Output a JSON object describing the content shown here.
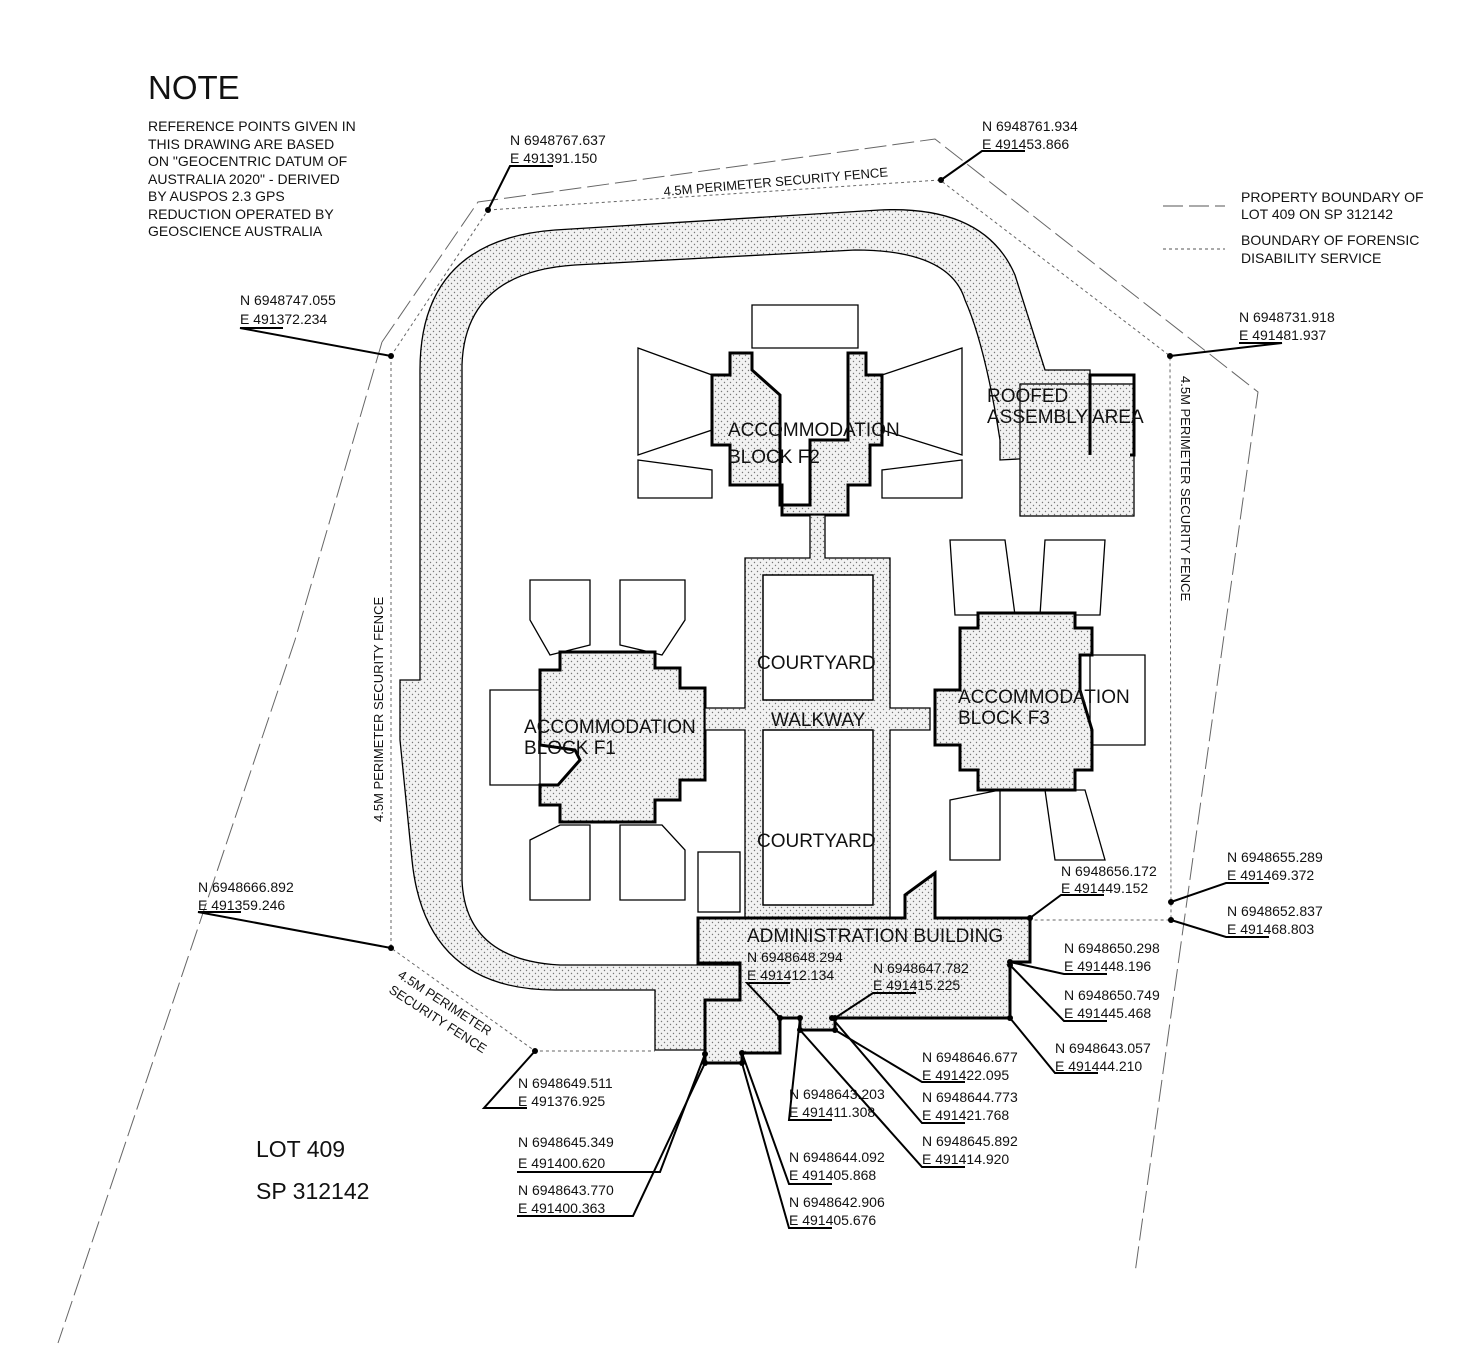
{
  "note": {
    "title": "NOTE",
    "lines": [
      "REFERENCE POINTS GIVEN IN",
      "THIS DRAWING ARE BASED",
      "ON \"GEOCENTRIC DATUM OF",
      "AUSTRALIA 2020\" - DERIVED",
      "BY AUSPOS 2.3 GPS",
      "REDUCTION OPERATED BY",
      "GEOSCIENCE AUSTRALIA"
    ]
  },
  "legend": {
    "property_boundary": [
      "PROPERTY BOUNDARY OF",
      "LOT 409 ON SP 312142"
    ],
    "service_boundary": [
      "BOUNDARY OF FORENSIC",
      "DISABILITY SERVICE"
    ]
  },
  "lot": {
    "line1": "LOT 409",
    "line2": "SP 312142"
  },
  "buildings": {
    "f2": [
      "ACCOMMODATION",
      "BLOCK F2"
    ],
    "f1": [
      "ACCOMMODATION",
      "BLOCK F1"
    ],
    "f3": [
      "ACCOMMODATION",
      "BLOCK F3"
    ],
    "roofed": [
      "ROOFED",
      "ASSEMBLY AREA"
    ],
    "courtyard_top": "COURTYARD",
    "courtyard_bottom": "COURTYARD",
    "walkway": "WALKWAY",
    "admin": "ADMINISTRATION BUILDING"
  },
  "fences": {
    "top": "4.5M PERIMETER SECURITY FENCE",
    "left": "4.5M PERIMETER SECURITY FENCE",
    "right": "4.5M PERIMETER SECURITY FENCE",
    "bottom_left": [
      "4.5M PERIMETER",
      "SECURITY FENCE"
    ]
  },
  "coords": [
    {
      "n": "N 6948767.637",
      "e": "E 491391.150"
    },
    {
      "n": "N 6948761.934",
      "e": "E 491453.866"
    },
    {
      "n": "N 6948747.055",
      "e": "E 491372.234"
    },
    {
      "n": "N 6948731.918",
      "e": "E 491481.937"
    },
    {
      "n": "N 6948666.892",
      "e": "E 491359.246"
    },
    {
      "n": "N 6948656.172",
      "e": "E 491449.152"
    },
    {
      "n": "N 6948655.289",
      "e": "E 491469.372"
    },
    {
      "n": "N 6948652.837",
      "e": "E 491468.803"
    },
    {
      "n": "N 6948650.298",
      "e": "E 491448.196"
    },
    {
      "n": "N 6948648.294",
      "e": "E 491412.134"
    },
    {
      "n": "N 6948647.782",
      "e": "E 491415.225"
    },
    {
      "n": "N 6948650.749",
      "e": "E 491445.468"
    },
    {
      "n": "N 6948643.057",
      "e": "E 491444.210"
    },
    {
      "n": "N 6948646.677",
      "e": "E 491422.095"
    },
    {
      "n": "N 6948649.511",
      "e": "E 491376.925"
    },
    {
      "n": "N 6948643.203",
      "e": "E 491411.308"
    },
    {
      "n": "N 6948644.773",
      "e": "E 491421.768"
    },
    {
      "n": "N 6948645.892",
      "e": "E 491414.920"
    },
    {
      "n": "N 6948645.349",
      "e": "E 491400.620"
    },
    {
      "n": "N 6948644.092",
      "e": "E 491405.868"
    },
    {
      "n": "N 6948643.770",
      "e": "E 491400.363"
    },
    {
      "n": "N 6948642.906",
      "e": "E 491405.676"
    }
  ]
}
